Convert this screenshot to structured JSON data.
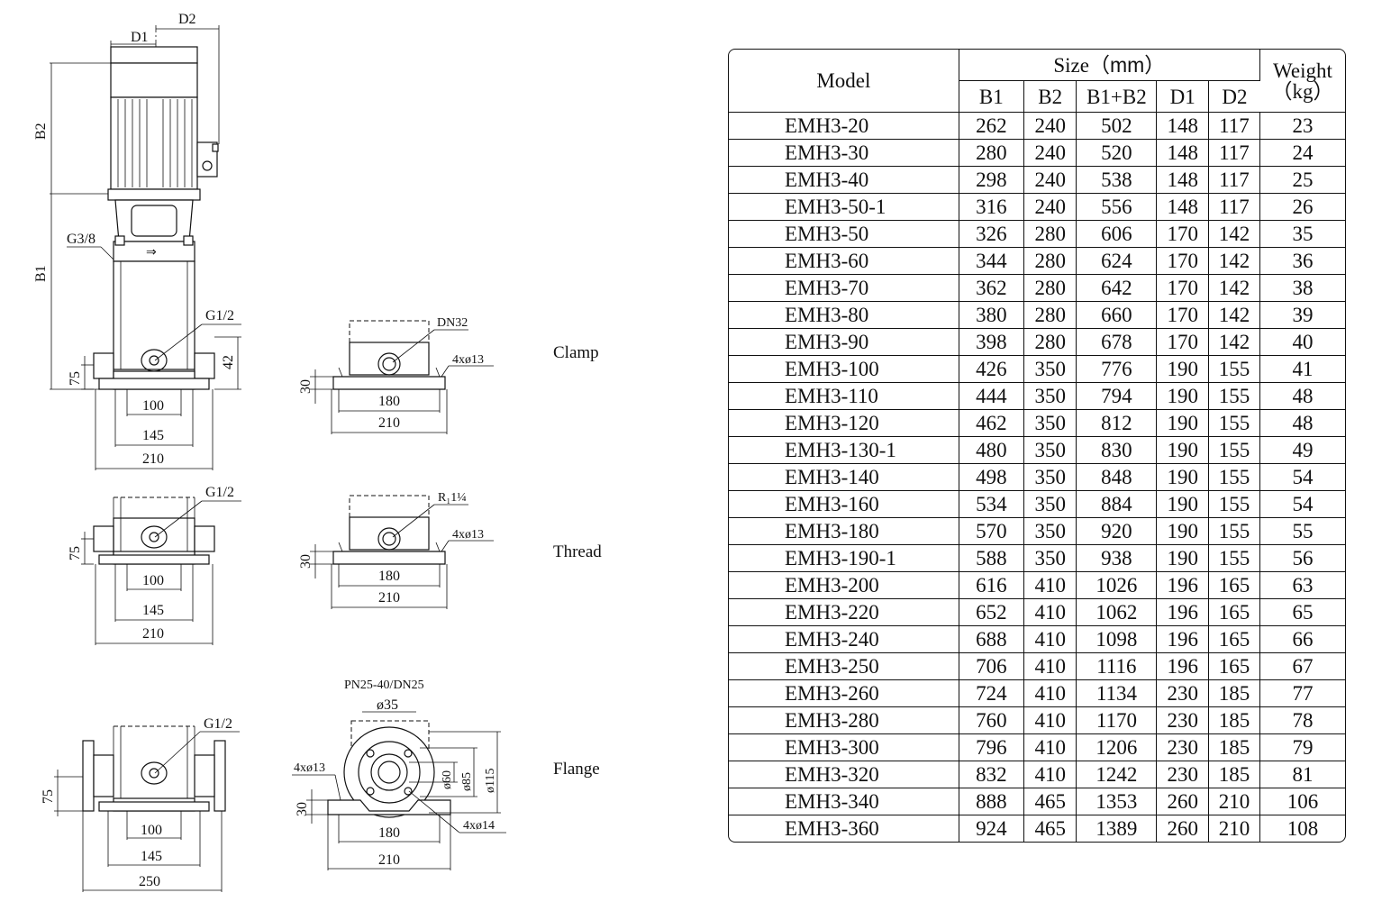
{
  "drawings": {
    "main_view": {
      "labels": {
        "d1": "D1",
        "d2": "D2",
        "b1": "B1",
        "b2": "B2",
        "g38": "G3/8",
        "g12": "G1/2",
        "d75": "75",
        "d42": "42",
        "d100": "100",
        "d145": "145",
        "d210": "210"
      }
    },
    "clamp_top": {
      "dn": "DN32",
      "holes": "4xø13",
      "h30": "30",
      "w180": "180",
      "w210": "210"
    },
    "thread_side": {
      "g12": "G1/2",
      "d75": "75",
      "d100": "100",
      "d145": "145",
      "d210": "210"
    },
    "thread_top": {
      "rp": "R₁1¼",
      "holes": "4xø13",
      "h30": "30",
      "w180": "180",
      "w210": "210"
    },
    "flange_side": {
      "g12": "G1/2",
      "d75": "75",
      "d100": "100",
      "d145": "145",
      "d250": "250"
    },
    "flange_top": {
      "pn": "PN25-40/DN25",
      "d35": "ø35",
      "holes13": "4xø13",
      "holes14": "4xø14",
      "d60": "ø60",
      "d85": "ø85",
      "d115": "ø115",
      "h30": "30",
      "w180": "180",
      "w210": "210"
    }
  },
  "captions": {
    "clamp": "Clamp",
    "thread": "Thread",
    "flange": "Flange"
  },
  "table": {
    "model_header": "Model",
    "size_header": "Size",
    "size_unit": "（mm）",
    "weight_header": "Weight",
    "weight_unit": "（kg）",
    "sub_headers": [
      "B1",
      "B2",
      "B1+B2",
      "D1",
      "D2"
    ],
    "rows": [
      [
        "EMH3-20",
        "262",
        "240",
        "502",
        "148",
        "117",
        "23"
      ],
      [
        "EMH3-30",
        "280",
        "240",
        "520",
        "148",
        "117",
        "24"
      ],
      [
        "EMH3-40",
        "298",
        "240",
        "538",
        "148",
        "117",
        "25"
      ],
      [
        "EMH3-50-1",
        "316",
        "240",
        "556",
        "148",
        "117",
        "26"
      ],
      [
        "EMH3-50",
        "326",
        "280",
        "606",
        "170",
        "142",
        "35"
      ],
      [
        "EMH3-60",
        "344",
        "280",
        "624",
        "170",
        "142",
        "36"
      ],
      [
        "EMH3-70",
        "362",
        "280",
        "642",
        "170",
        "142",
        "38"
      ],
      [
        "EMH3-80",
        "380",
        "280",
        "660",
        "170",
        "142",
        "39"
      ],
      [
        "EMH3-90",
        "398",
        "280",
        "678",
        "170",
        "142",
        "40"
      ],
      [
        "EMH3-100",
        "426",
        "350",
        "776",
        "190",
        "155",
        "41"
      ],
      [
        "EMH3-110",
        "444",
        "350",
        "794",
        "190",
        "155",
        "48"
      ],
      [
        "EMH3-120",
        "462",
        "350",
        "812",
        "190",
        "155",
        "48"
      ],
      [
        "EMH3-130-1",
        "480",
        "350",
        "830",
        "190",
        "155",
        "49"
      ],
      [
        "EMH3-140",
        "498",
        "350",
        "848",
        "190",
        "155",
        "54"
      ],
      [
        "EMH3-160",
        "534",
        "350",
        "884",
        "190",
        "155",
        "54"
      ],
      [
        "EMH3-180",
        "570",
        "350",
        "920",
        "190",
        "155",
        "55"
      ],
      [
        "EMH3-190-1",
        "588",
        "350",
        "938",
        "190",
        "155",
        "56"
      ],
      [
        "EMH3-200",
        "616",
        "410",
        "1026",
        "196",
        "165",
        "63"
      ],
      [
        "EMH3-220",
        "652",
        "410",
        "1062",
        "196",
        "165",
        "65"
      ],
      [
        "EMH3-240",
        "688",
        "410",
        "1098",
        "196",
        "165",
        "66"
      ],
      [
        "EMH3-250",
        "706",
        "410",
        "1116",
        "196",
        "165",
        "67"
      ],
      [
        "EMH3-260",
        "724",
        "410",
        "1134",
        "230",
        "185",
        "77"
      ],
      [
        "EMH3-280",
        "760",
        "410",
        "1170",
        "230",
        "185",
        "78"
      ],
      [
        "EMH3-300",
        "796",
        "410",
        "1206",
        "230",
        "185",
        "79"
      ],
      [
        "EMH3-320",
        "832",
        "410",
        "1242",
        "230",
        "185",
        "81"
      ],
      [
        "EMH3-340",
        "888",
        "465",
        "1353",
        "260",
        "210",
        "106"
      ],
      [
        "EMH3-360",
        "924",
        "465",
        "1389",
        "260",
        "210",
        "108"
      ]
    ]
  }
}
